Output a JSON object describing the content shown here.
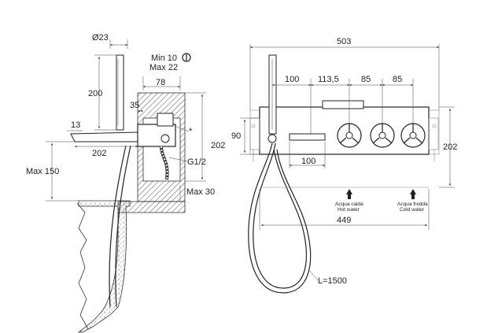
{
  "side_view": {
    "dims": {
      "d23": "Ø23",
      "min10": "Min 10",
      "max22": "Max 22",
      "d78": "78",
      "d200": "200",
      "d35": "35",
      "d13": "13",
      "d202_left": "202",
      "d202_right": "202",
      "max150": "Max 150",
      "g12": "G1/2",
      "max30": "Max 30",
      "star": "*"
    }
  },
  "front_view": {
    "dims": {
      "d503": "503",
      "d100_top": "100",
      "d113_5": "113,5",
      "d85_a": "85",
      "d85_b": "85",
      "d90": "90",
      "d202": "202",
      "d100_bottom": "100",
      "d449": "449",
      "hose_length": "L=1500"
    },
    "labels": {
      "hot_it": "Acqua calda",
      "hot_en": "Hot water",
      "cold_it": "Acqua fredda",
      "cold_en": "Cold water"
    }
  },
  "colors": {
    "line": "#333333",
    "text": "#222222",
    "hatch": "#555555",
    "grey_line": "#888888"
  }
}
